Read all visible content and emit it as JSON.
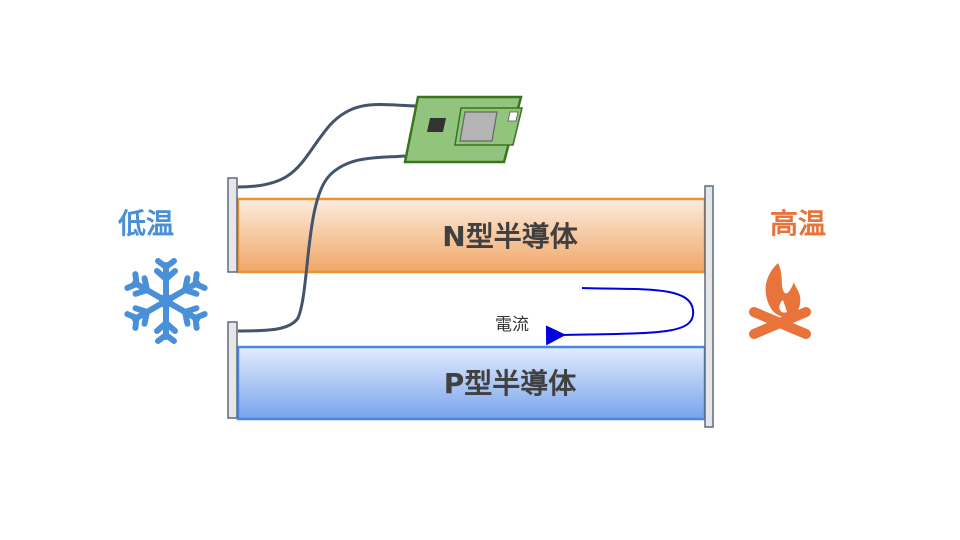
{
  "labels": {
    "n_type": "N型半導体",
    "p_type": "P型半導体",
    "low_temp": "低温",
    "high_temp": "高温",
    "current": "電流"
  },
  "icons": {
    "cold": "snowflake-icon",
    "hot": "campfire-icon",
    "device": "circuit-board-icon"
  },
  "colors": {
    "cold": "#4a90d9",
    "hot": "#e8743b",
    "n_border": "#e8933a",
    "p_border": "#4a86e8",
    "current_arrow": "#0000e0",
    "wire": "#44546a",
    "board": "#93c47d"
  }
}
